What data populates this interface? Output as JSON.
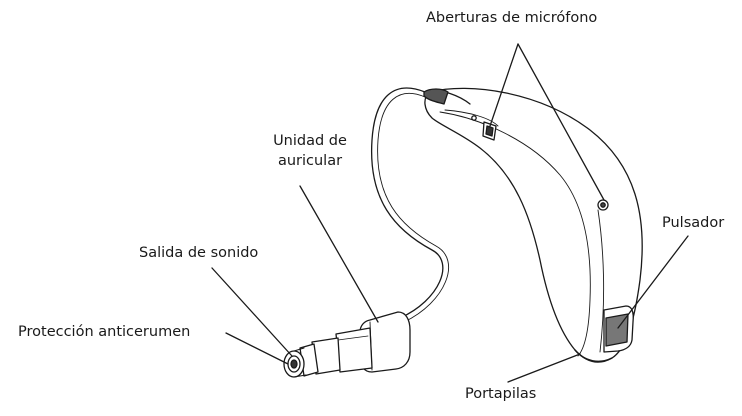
{
  "labels": {
    "mic": "Aberturas de micrófono",
    "unit_line1": "Unidad de",
    "unit_line2": "auricular",
    "salida": "Salida de sonido",
    "proteccion": "Protección anticerumen",
    "pulsador": "Pulsador",
    "portapilas": "Portapilas"
  }
}
